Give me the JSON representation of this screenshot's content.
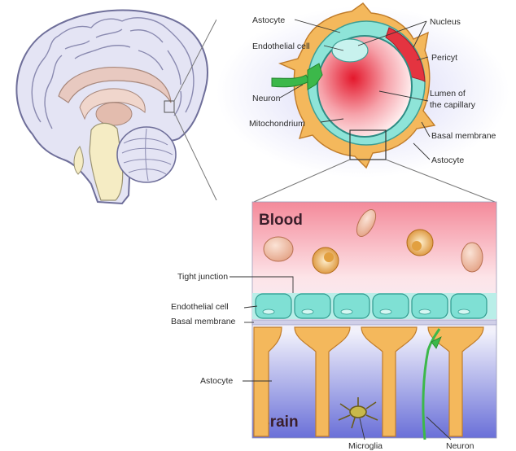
{
  "labels": {
    "astrocyte_top": "Astocyte",
    "endothelial_top": "Endothelial cell",
    "neuron_top": "Neuron",
    "mitochondrium": "Mitochondrium",
    "nucleus": "Nucleus",
    "pericyt": "Pericyt",
    "lumen_line1": "Lumen of",
    "lumen_line2": "the capillary",
    "basal_top": "Basal membrane",
    "astrocyte_right": "Astocyte",
    "blood": "Blood",
    "brain": "Brain",
    "tight_junction": "Tight junction",
    "endothelial_bottom": "Endothelial cell",
    "basal_bottom": "Basal membrane",
    "astrocyte_bottom": "Astocyte",
    "microglia": "Microglia",
    "neuron_bottom": "Neuron"
  },
  "colors": {
    "brain_outline": "#6f6f9a",
    "brain_fill": "#e4e4f4",
    "brainstem": "#f5ecc4",
    "astrocyte": "#f4b85c",
    "endothelial": "#7fe0d4",
    "blood_top": "#f48a9a",
    "brain_bottom": "#6a70d8",
    "neuron": "#3cb84a"
  }
}
